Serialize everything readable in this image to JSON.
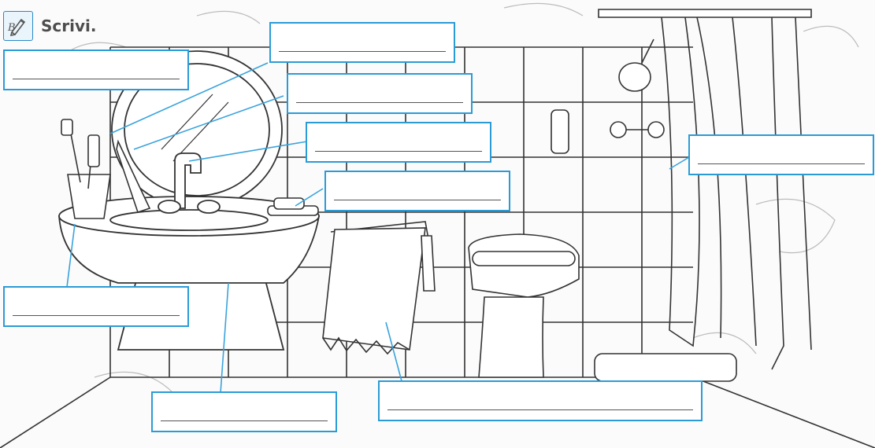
{
  "header": {
    "instruction": "Scrivi.",
    "icon": "pencil-icon"
  },
  "answer_boxes": [
    {
      "name": "label-box-mirror",
      "item": "mirror"
    },
    {
      "name": "label-box-toothbrush",
      "item": "toothbrush"
    },
    {
      "name": "label-box-comb",
      "item": "comb"
    },
    {
      "name": "label-box-tap",
      "item": "tap"
    },
    {
      "name": "label-box-soap",
      "item": "soap"
    },
    {
      "name": "label-box-shower-curtain",
      "item": "shower-curtain"
    },
    {
      "name": "label-box-glass",
      "item": "glass"
    },
    {
      "name": "label-box-sink",
      "item": "sink"
    },
    {
      "name": "label-box-towel",
      "item": "towel"
    }
  ],
  "colors": {
    "accent": "#2b9bd6",
    "line_art": "#333333",
    "background": "#fbfbfb"
  }
}
